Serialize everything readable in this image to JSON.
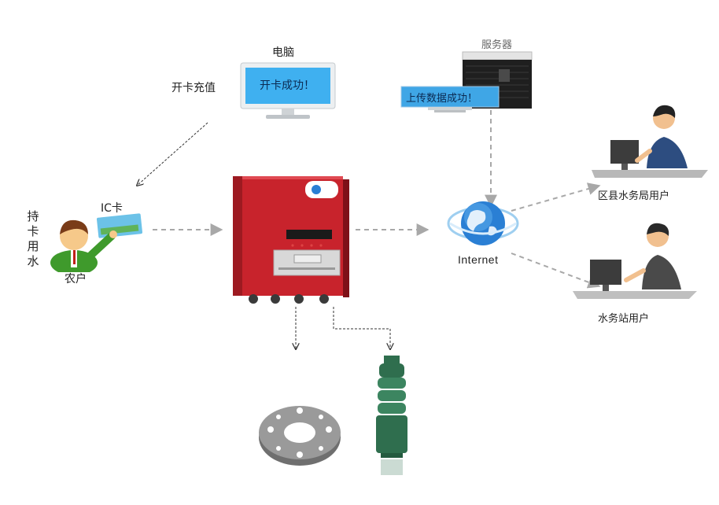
{
  "labels": {
    "computer": "电脑",
    "server": "服务器",
    "recharge": "开卡充值",
    "computer_screen": "开卡成功！",
    "upload_popup": "上传数据成功！",
    "ic_card": "IC卡",
    "hold_card": [
      "持",
      "卡",
      "用",
      "水"
    ],
    "farmer": "农户",
    "internet": "Internet",
    "county_user": "区县水务局用户",
    "station_user": "水务站用户"
  },
  "colors": {
    "controller_red": "#c8232c",
    "internet_blue": "#2a7fd4",
    "screen_blue": "#3fb0f0",
    "pump_green": "#2f6e4e",
    "arrow_gray": "#a8a8a8"
  }
}
